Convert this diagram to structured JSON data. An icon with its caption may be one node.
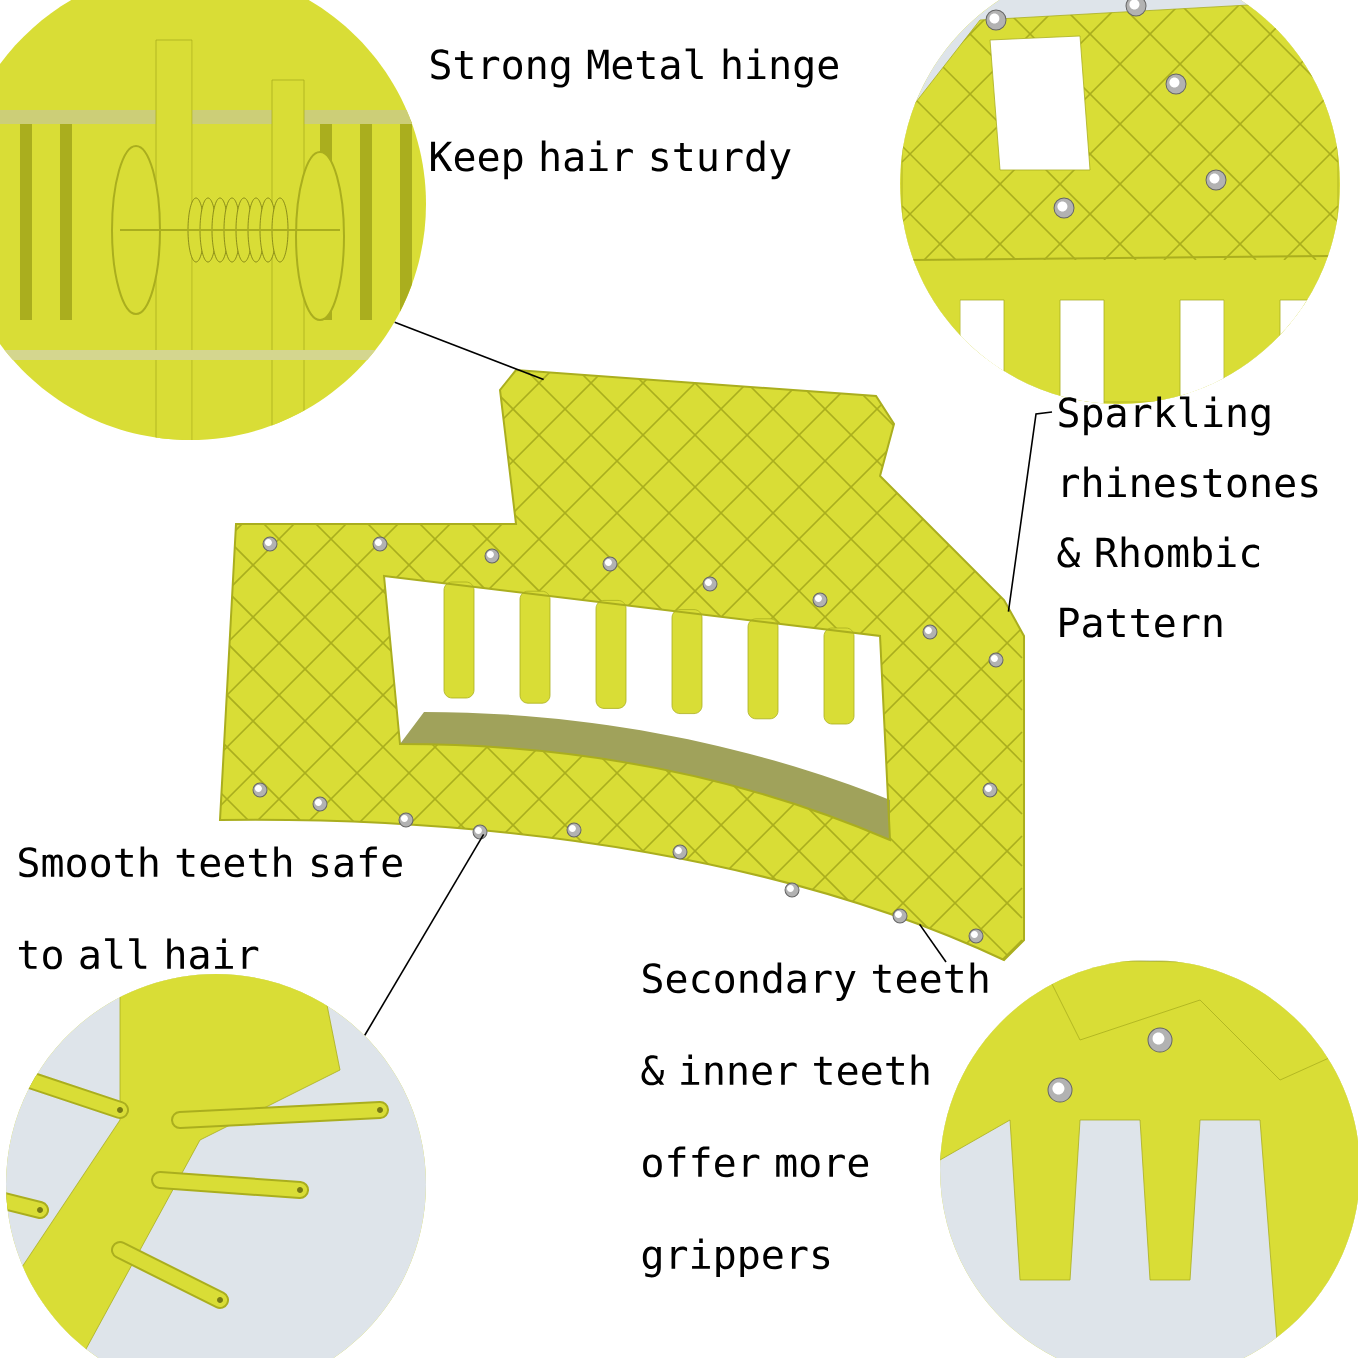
{
  "diagram": {
    "nodes": [
      {
        "text": [],
        "shape": "picture"
      },
      {
        "text": [],
        "shape": "picture"
      },
      {
        "text": [],
        "shape": "picture"
      },
      {
        "text": [],
        "shape": "picture"
      },
      {
        "text": [],
        "shape": "picture"
      },
      {
        "text": [
          "Sparkling rhinestones & Rhombic Pattern"
        ]
      },
      {
        "text": [
          "Secondary teeth & inner teeth offer more grippers"
        ]
      }
    ],
    "edges": [
      {
        "from": 1,
        "to": 0,
        "arrow": "none"
      },
      {
        "from": 5,
        "to": 0,
        "arrow": "none"
      },
      {
        "from": 3,
        "to": 0,
        "arrow": "none"
      },
      {
        "from": 6,
        "to": 0,
        "arrow": "none"
      }
    ],
    "labels": [
      "Strong Metal hinge Keep hair sturdy",
      "Smooth teeth safe to all hair"
    ]
  }
}
